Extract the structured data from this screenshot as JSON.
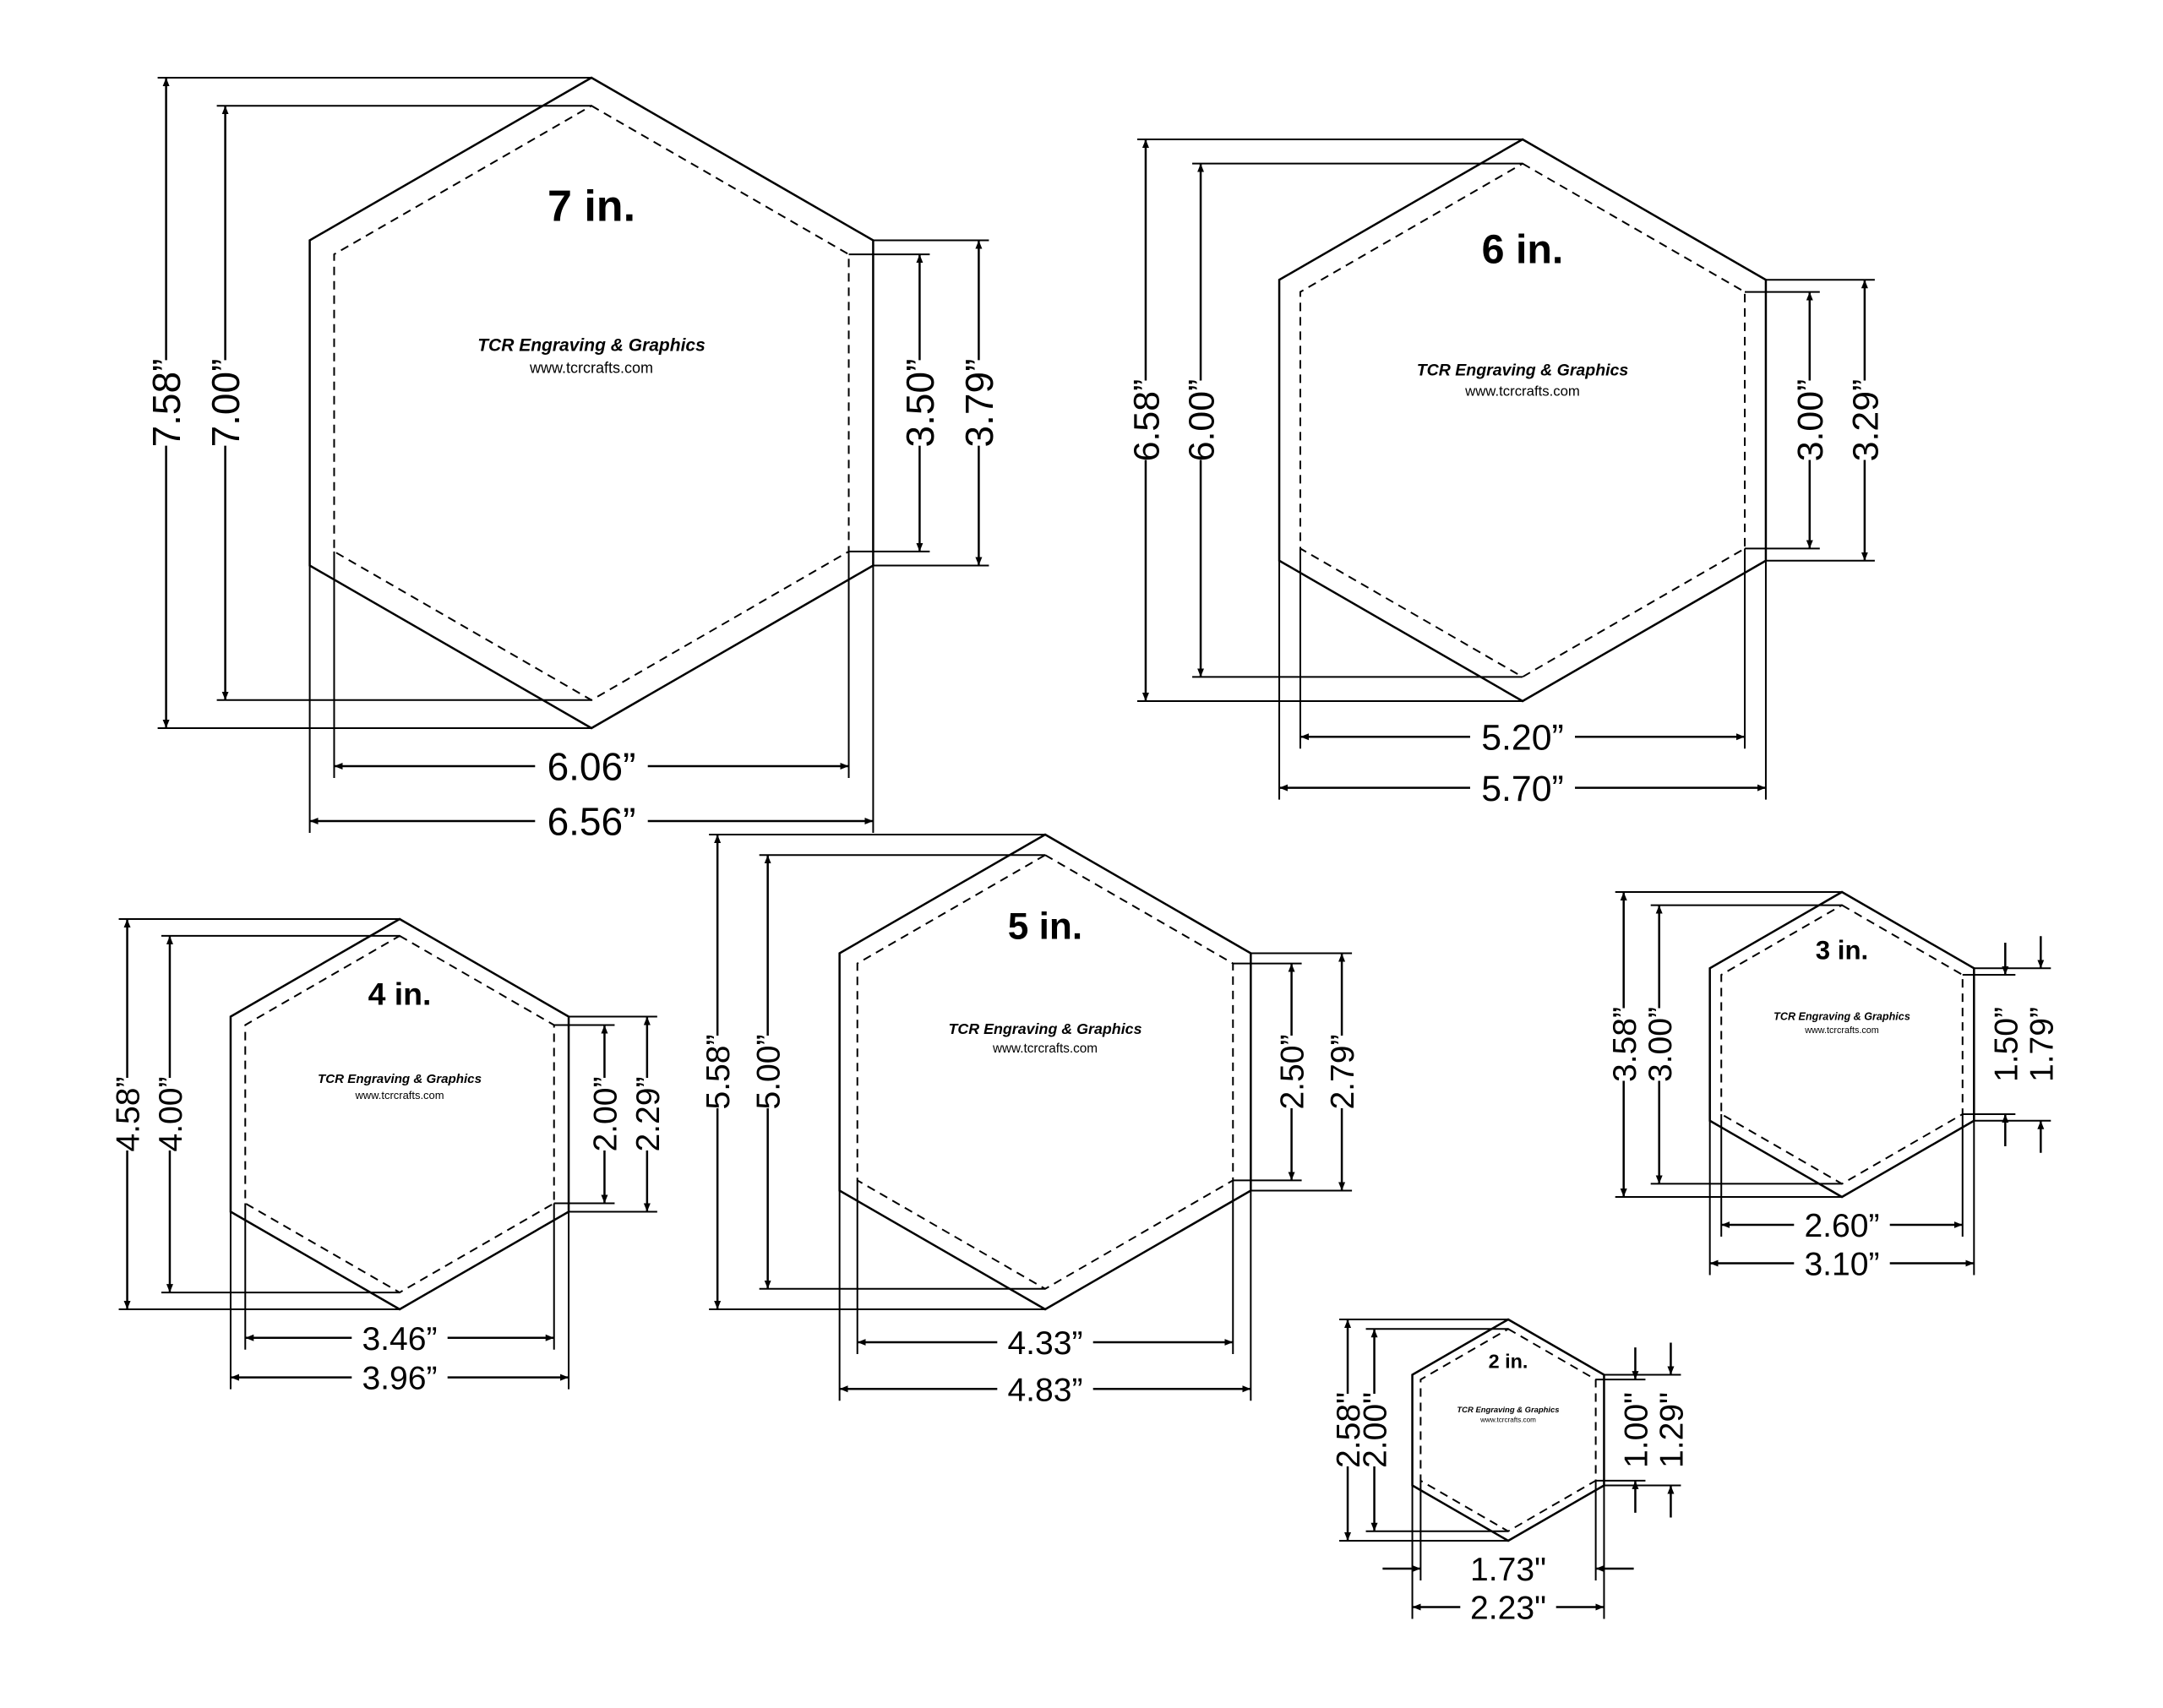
{
  "brand": {
    "name": "TCR Engraving & Graphics",
    "url": "www.tcrcrafts.com"
  },
  "templates": [
    {
      "id": "7in",
      "size_label": "7 in.",
      "outer_height": "7.58”",
      "inner_height": "7.00”",
      "inner_side": "3.50”",
      "outer_side": "3.79”",
      "inner_width": "6.06”",
      "outer_width": "6.56”"
    },
    {
      "id": "6in",
      "size_label": "6 in.",
      "outer_height": "6.58”",
      "inner_height": "6.00”",
      "inner_side": "3.00”",
      "outer_side": "3.29”",
      "inner_width": "5.20”",
      "outer_width": "5.70”"
    },
    {
      "id": "4in",
      "size_label": "4 in.",
      "outer_height": "4.58”",
      "inner_height": "4.00”",
      "inner_side": "2.00”",
      "outer_side": "2.29”",
      "inner_width": "3.46”",
      "outer_width": "3.96”"
    },
    {
      "id": "5in",
      "size_label": "5 in.",
      "outer_height": "5.58”",
      "inner_height": "5.00”",
      "inner_side": "2.50”",
      "outer_side": "2.79”",
      "inner_width": "4.33”",
      "outer_width": "4.83”"
    },
    {
      "id": "3in",
      "size_label": "3 in.",
      "outer_height": "3.58”",
      "inner_height": "3.00”",
      "inner_side": "1.50”",
      "outer_side": "1.79”",
      "inner_width": "2.60”",
      "outer_width": "3.10”"
    },
    {
      "id": "2in",
      "size_label": "2 in.",
      "outer_height": "2.58\"",
      "inner_height": "2.00\"",
      "inner_side": "1.00\"",
      "outer_side": "1.29\"",
      "inner_width": "1.73\"",
      "outer_width": "2.23\""
    }
  ]
}
